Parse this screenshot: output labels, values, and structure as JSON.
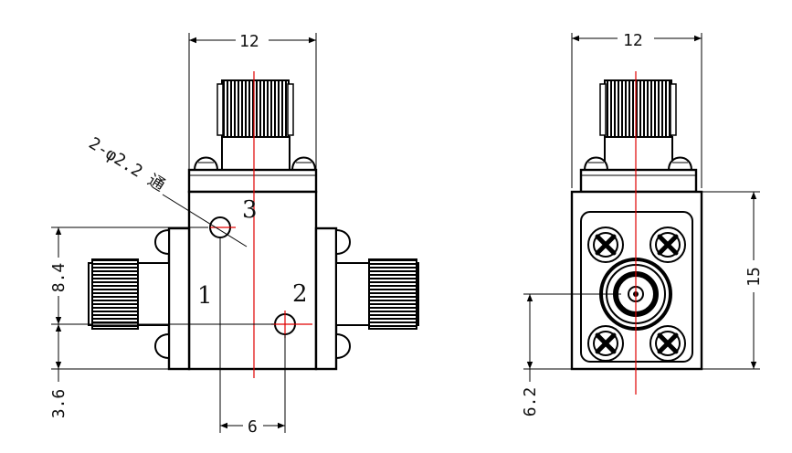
{
  "left_view": {
    "width_dim": "12",
    "hole_note": "2-φ2.2 通",
    "port_labels": [
      "1",
      "2",
      "3"
    ],
    "dim_hole_to_hole_v": "8.4",
    "dim_hole_to_base": "3.6",
    "dim_hole_spacing_h": "6"
  },
  "right_view": {
    "width_dim": "12",
    "height_dim": "15",
    "center_height_dim": "6.2"
  },
  "colors": {
    "outline": "#000000",
    "centerline": "#e00000"
  }
}
